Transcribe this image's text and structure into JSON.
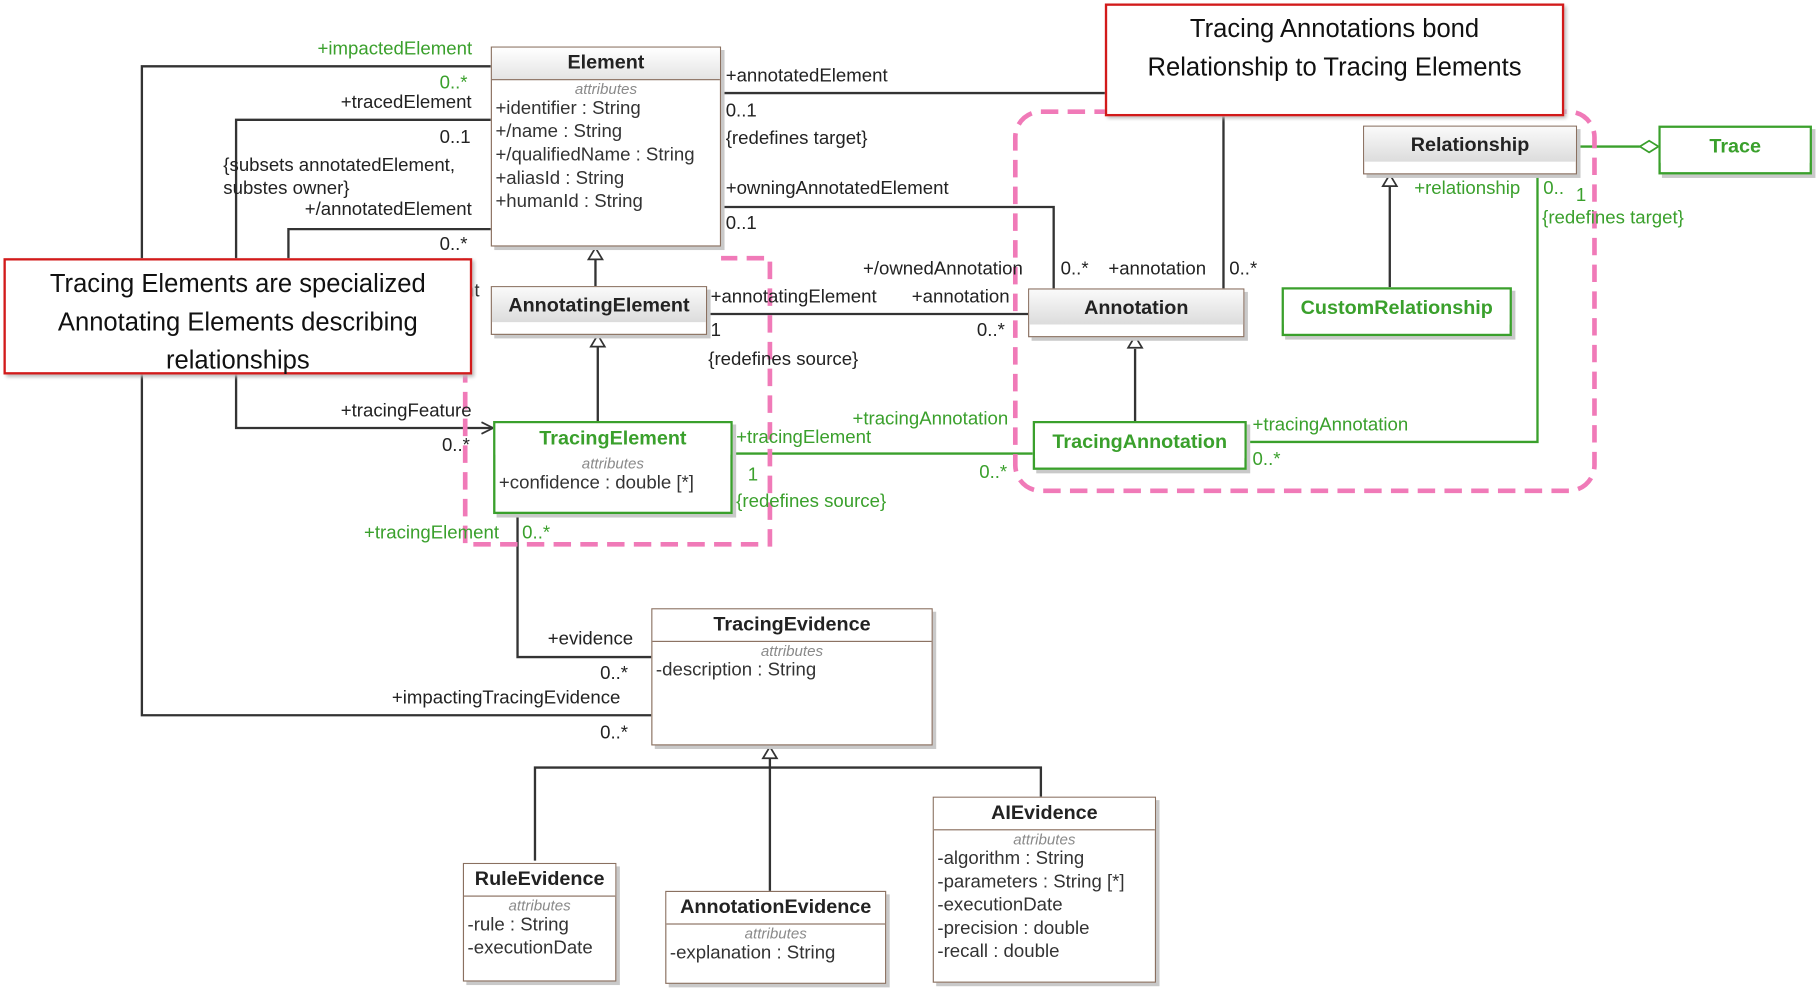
{
  "classes": {
    "element": {
      "name": "Element",
      "caption": "attributes",
      "attrs": [
        "+identifier : String",
        "+/name : String",
        "+/qualifiedName : String",
        "+aliasId : String",
        "+humanId : String"
      ]
    },
    "annotating_element": {
      "name": "AnnotatingElement"
    },
    "tracing_element": {
      "name": "TracingElement",
      "caption": "attributes",
      "attrs": [
        "+confidence : double [*]"
      ]
    },
    "annotation": {
      "name": "Annotation"
    },
    "tracing_annotation": {
      "name": "TracingAnnotation"
    },
    "relationship": {
      "name": "Relationship"
    },
    "custom_relationship": {
      "name": "CustomRelationship"
    },
    "trace": {
      "name": "Trace"
    },
    "tracing_evidence": {
      "name": "TracingEvidence",
      "caption": "attributes",
      "attrs": [
        "-description : String"
      ]
    },
    "rule_evidence": {
      "name": "RuleEvidence",
      "caption": "attributes",
      "attrs": [
        "-rule : String",
        "-executionDate"
      ]
    },
    "annotation_evidence": {
      "name": "AnnotationEvidence",
      "caption": "attributes",
      "attrs": [
        "-explanation : String"
      ]
    },
    "ai_evidence": {
      "name": "AIEvidence",
      "caption": "attributes",
      "attrs": [
        "-algorithm : String",
        "-parameters : String [*]",
        "-executionDate",
        "-precision : double",
        "-recall : double"
      ]
    }
  },
  "labels": {
    "impacted_element": "+impactedElement",
    "impacted_element_mult": "0..*",
    "traced_element": "+tracedElement",
    "traced_element_mult": "0..1",
    "subsets_line1": "{subsets annotatedElement,",
    "subsets_line2": "substes owner}",
    "slash_annotated_element": "+/annotatedElement",
    "slash_annotated_element_mult": "0..*",
    "annotated_element": "+annotatedElement",
    "annotated_element_mult": "0..1",
    "redefines_target": "{redefines target}",
    "owning_annotated_element": "+owningAnnotatedElement",
    "owning_annotated_element_mult": "0..1",
    "owned_annotation": "+/ownedAnnotation",
    "owned_annotation_mult": "0..*",
    "annotation_top": "+annotation",
    "annotation_top_mult": "0..*",
    "annotating_element": "+annotatingElement",
    "annotating_element_mult": "1",
    "annotation_mid": "+annotation",
    "annotation_mid_mult": "0..*",
    "redefines_source": "{redefines source}",
    "tracing_feature": "+tracingFeature",
    "tracing_feature_mult": "0..*",
    "tracing_annotation_left": "+tracingAnnotation",
    "tracing_annotation_left_mult": "0..*",
    "tracing_element_right": "+tracingElement",
    "tracing_element_right_mult": "1",
    "redefines_source_green": "{redefines source}",
    "tracing_annotation_right": "+tracingAnnotation",
    "tracing_annotation_right_mult": "0..*",
    "relationship_role": "+relationship",
    "relationship_role_mult": "0..",
    "relationship_mult_one": "1",
    "redefines_target_green": "{redefines target}",
    "tracing_element_bottom": "+tracingElement",
    "tracing_element_bottom_mult": "0..*",
    "evidence": "+evidence",
    "evidence_mult": "0..*",
    "impacting_tracing_evidence": "+impactingTracingEvidence",
    "impacting_tracing_evidence_mult": "0..*",
    "covered_role_fragment": "nt"
  },
  "notes": {
    "tracing_elements_note": "Tracing Elements are specialized Annotating Elements describing relationships",
    "tracing_annotations_note": "Tracing Annotations bond Relationship to Tracing Elements"
  },
  "colors": {
    "line": "#333333",
    "green": "#3aa02c",
    "highlight_dash": "#f07ab8",
    "note_border": "#d21a1a"
  }
}
